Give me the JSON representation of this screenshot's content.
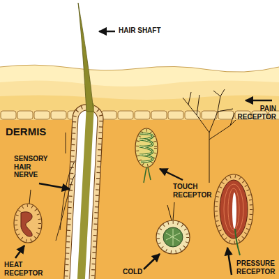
{
  "diagram": {
    "labels": [
      "HAIR SHAFT",
      "DERMIS",
      "SENSORY HAIR NERVE",
      "TOUCH RECEPTOR",
      "PAIN RECEPTOR",
      "HEAT RECEPTOR",
      "COLD",
      "PRESSURE RECEPTOR"
    ]
  }
}
